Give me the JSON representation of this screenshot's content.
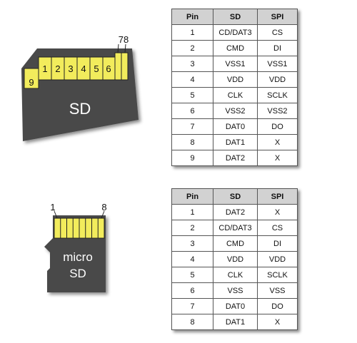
{
  "sd_card": {
    "label": "SD",
    "pin_numbers": [
      "1",
      "2",
      "3",
      "4",
      "5",
      "6"
    ],
    "pin_9": "9",
    "pins_7_8": "78",
    "table": {
      "headers": [
        "Pin",
        "SD",
        "SPI"
      ],
      "rows": [
        [
          "1",
          "CD/DAT3",
          "CS"
        ],
        [
          "2",
          "CMD",
          "DI"
        ],
        [
          "3",
          "VSS1",
          "VSS1"
        ],
        [
          "4",
          "VDD",
          "VDD"
        ],
        [
          "5",
          "CLK",
          "SCLK"
        ],
        [
          "6",
          "VSS2",
          "VSS2"
        ],
        [
          "7",
          "DAT0",
          "DO"
        ],
        [
          "8",
          "DAT1",
          "X"
        ],
        [
          "9",
          "DAT2",
          "X"
        ]
      ]
    }
  },
  "micro_sd_card": {
    "label_line1": "micro",
    "label_line2": "SD",
    "pin_first": "1",
    "pin_last": "8",
    "table": {
      "headers": [
        "Pin",
        "SD",
        "SPI"
      ],
      "rows": [
        [
          "1",
          "DAT2",
          "X"
        ],
        [
          "2",
          "CD/DAT3",
          "CS"
        ],
        [
          "3",
          "CMD",
          "DI"
        ],
        [
          "4",
          "VDD",
          "VDD"
        ],
        [
          "5",
          "CLK",
          "SCLK"
        ],
        [
          "6",
          "VSS",
          "VSS"
        ],
        [
          "7",
          "DAT0",
          "DO"
        ],
        [
          "8",
          "DAT1",
          "X"
        ]
      ]
    }
  },
  "colors": {
    "card_body": "#4a4a4a",
    "pin_fill": "#f2ec5c",
    "pin_stroke": "#222222",
    "header_bg": "#d2d2d2",
    "card_text": "#ffffff"
  }
}
